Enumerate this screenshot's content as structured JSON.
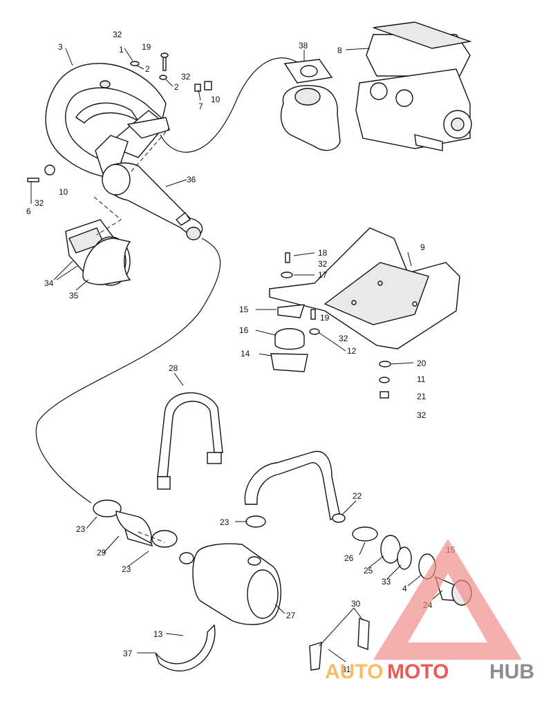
{
  "labels": {
    "p1": "1",
    "p2a": "2",
    "p2b": "2",
    "p3": "3",
    "p4": "4",
    "p6": "6",
    "p7": "7",
    "p8": "8",
    "p9": "9",
    "p10a": "10",
    "p10b": "10",
    "p11": "11",
    "p12": "12",
    "p13": "13",
    "p14": "14",
    "p15a": "15",
    "p15b": "15",
    "p16": "16",
    "p17": "17",
    "p18": "18",
    "p19a": "19",
    "p19b": "19",
    "p20": "20",
    "p21": "21",
    "p22": "22",
    "p23a": "23",
    "p23b": "23",
    "p23c": "23",
    "p24": "24",
    "p25": "25",
    "p26": "26",
    "p27": "27",
    "p28": "28",
    "p29": "29",
    "p30": "30",
    "p31": "31",
    "p32a": "32",
    "p32b": "32",
    "p32c": "32",
    "p32d": "32",
    "p32e": "32",
    "p32f": "32",
    "p33": "33",
    "p34": "34",
    "p35": "35",
    "p36": "36",
    "p37": "37",
    "p38": "38"
  },
  "watermark": {
    "part1": "AUTO",
    "part2": "MOTO",
    "part3": "HUB",
    "colors": {
      "auto": "#f6b24a",
      "moto": "#e8403c",
      "hub": "#7a7a7a",
      "triangle": "#f08a8a"
    }
  }
}
